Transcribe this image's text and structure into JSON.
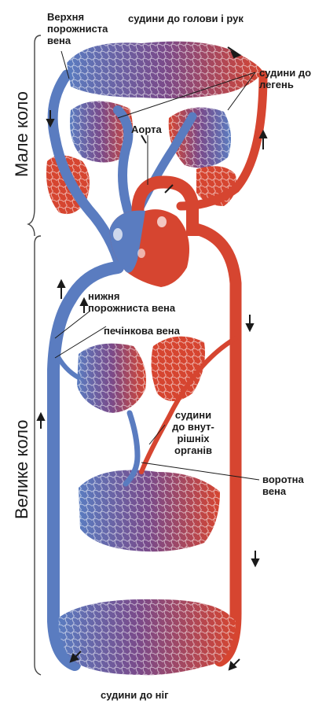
{
  "sections": {
    "small_circle": "Мале коло",
    "large_circle": "Велике коло"
  },
  "labels": {
    "superior_vena_cava": "Верхня\nпорожниста\nвена",
    "head_arm_vessels": "судини до голови і рук",
    "lung_vessels": "судини до\nлегень",
    "aorta": "Аорта",
    "inferior_vena_cava": "нижня\nпорожниста вена",
    "hepatic_vein": "печінкова вена",
    "internal_organs_vessels": "судини\nдо внут-\nрішніх\nорганів",
    "portal_vein": "воротна\nвена",
    "leg_vessels": "судини до ніг"
  },
  "colors": {
    "artery": "#d64530",
    "vein": "#5a7cc0",
    "mixed": "#7a4a8a",
    "text": "#1a1a1a"
  }
}
